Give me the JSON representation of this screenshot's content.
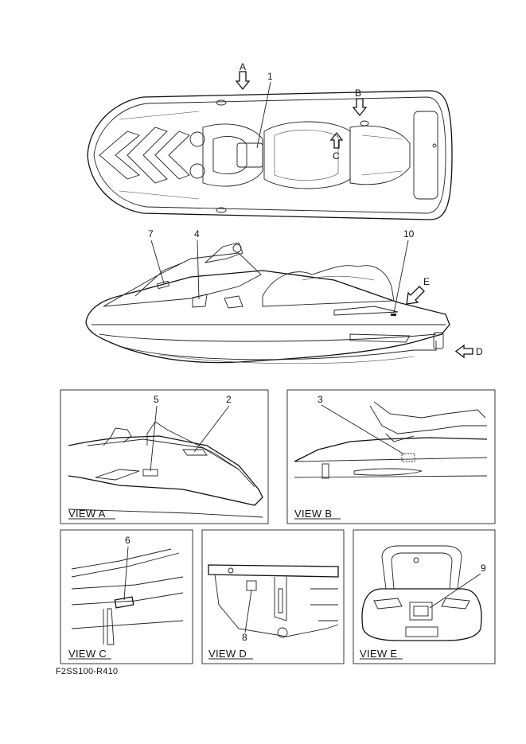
{
  "callouts": {
    "c1": "1",
    "c2": "2",
    "c3": "3",
    "c4": "4",
    "c5": "5",
    "c6": "6",
    "c7": "7",
    "c8": "8",
    "c9": "9",
    "c10": "10"
  },
  "view_arrows": {
    "a": "A",
    "b": "B",
    "c": "C",
    "d": "D",
    "e": "E"
  },
  "views": {
    "a": "VIEW A",
    "b": "VIEW B",
    "c": "VIEW C",
    "d": "VIEW D",
    "e": "VIEW E"
  },
  "figure_code": "F2SS100-R410",
  "colors": {
    "line": "#222222",
    "background": "#ffffff"
  }
}
